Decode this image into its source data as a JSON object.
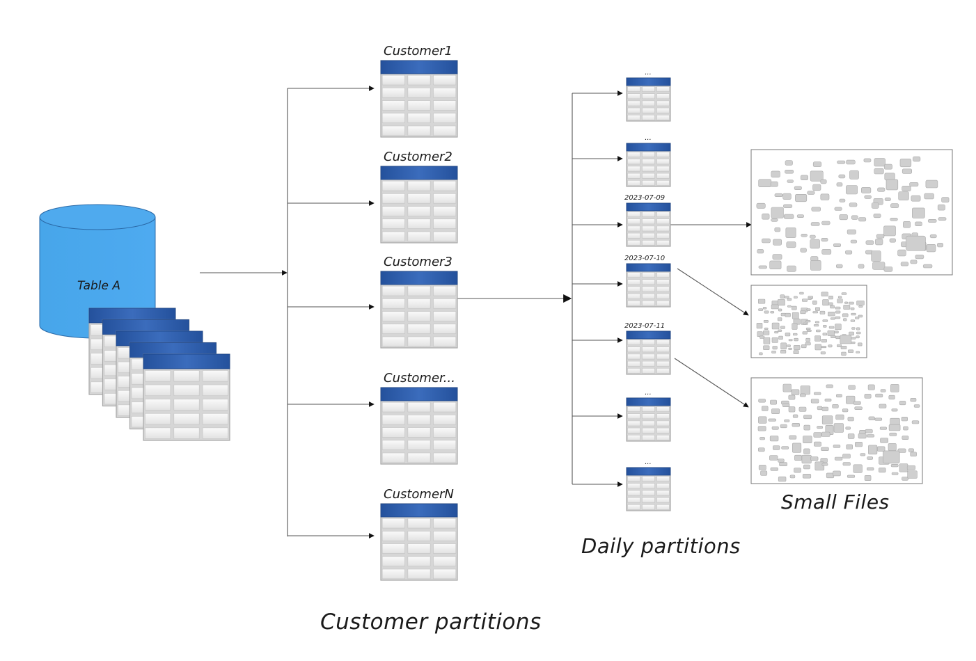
{
  "source": {
    "label": "Table A",
    "cylinder_color": "#4aa8ea",
    "stacked_tables": 5
  },
  "customer_partitions": {
    "caption": "Customer partitions",
    "items": [
      {
        "label": "Customer1"
      },
      {
        "label": "Customer2"
      },
      {
        "label": "Customer3"
      },
      {
        "label": "Customer..."
      },
      {
        "label": "CustomerN"
      }
    ]
  },
  "daily_partitions": {
    "caption": "Daily partitions",
    "source_customer": "Customer3",
    "items": [
      {
        "label": "..."
      },
      {
        "label": "..."
      },
      {
        "label": "2023-07-09"
      },
      {
        "label": "2023-07-10"
      },
      {
        "label": "2023-07-11"
      },
      {
        "label": "..."
      },
      {
        "label": "..."
      }
    ]
  },
  "small_files": {
    "caption": "Small Files",
    "boxes": [
      {
        "from_partition": "2023-07-09"
      },
      {
        "from_partition": "2023-07-10"
      },
      {
        "from_partition": "2023-07-11"
      }
    ]
  },
  "colors": {
    "table_header": "#2c5aa6",
    "table_cell": "#ececec",
    "table_border": "#a8a8a8",
    "line": "#555555",
    "file_fill": "#cfcfcf",
    "file_stroke": "#a9a9a9"
  }
}
